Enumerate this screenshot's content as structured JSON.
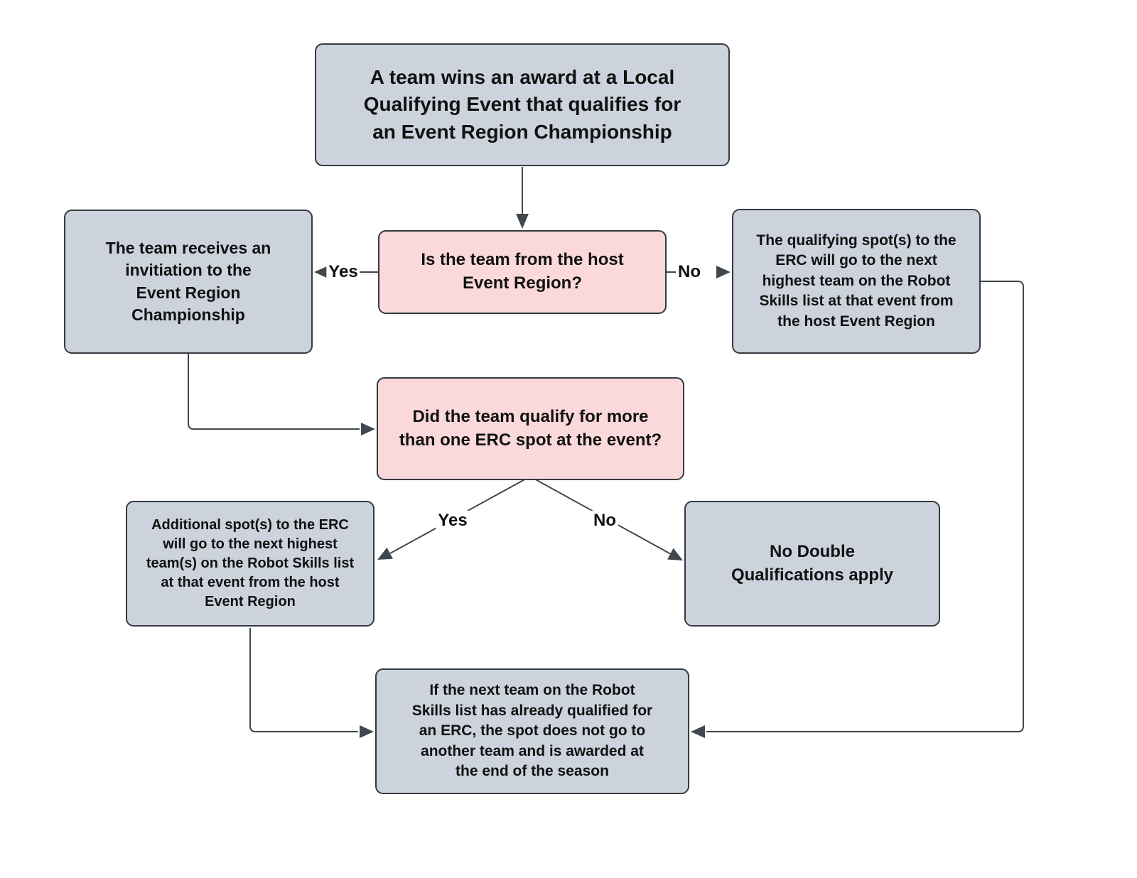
{
  "diagram": {
    "colors": {
      "page_bg": "#ffffff",
      "node_fill": "#ccd3dc",
      "decision_fill": "#fbd9da",
      "node_border": "#343a40",
      "connector": "#40474f",
      "text": "#111111",
      "label_bg": "#ffffff"
    },
    "nodes": {
      "start": {
        "type": "process",
        "text": "A team wins an award at a Local\nQualifying Event that qualifies for\nan Event Region Championship"
      },
      "q1": {
        "type": "decision",
        "text": "Is the team from the host\nEvent Region?"
      },
      "invite": {
        "type": "process",
        "text": "The team receives an\ninvitiation to the\nEvent Region\nChampionship"
      },
      "qual_spot": {
        "type": "process",
        "text": "The qualifying spot(s) to the\nERC will go to the next\nhighest team on the Robot\nSkills list at that event from\nthe host Event Region"
      },
      "q2": {
        "type": "decision",
        "text": "Did the team qualify for more\nthan one ERC spot at the event?"
      },
      "additional": {
        "type": "process",
        "text": "Additional spot(s) to the ERC\nwill go to the next highest\nteam(s) on the Robot Skills list\nat that event from the host\nEvent Region"
      },
      "no_double": {
        "type": "process",
        "text": "No Double\nQualifications apply"
      },
      "end": {
        "type": "process",
        "text": "If the next team on the Robot\nSkills list has already qualified for\nan ERC, the spot does not go to\nanother team and is awarded at\nthe end of the season"
      }
    },
    "edge_labels": {
      "q1_yes": "Yes",
      "q1_no": "No",
      "q2_yes": "Yes",
      "q2_no": "No"
    }
  }
}
